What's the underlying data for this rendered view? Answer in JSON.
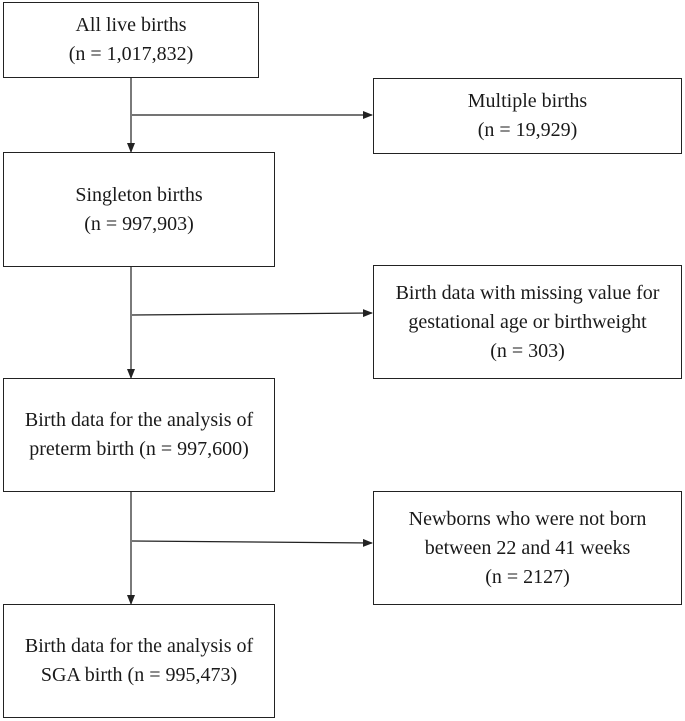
{
  "boxes": {
    "all_live_births": {
      "lines": [
        "All live births",
        "(n = 1,017,832)"
      ]
    },
    "multiple_births": {
      "lines": [
        "Multiple births",
        "(n = 19,929)"
      ]
    },
    "singleton_births": {
      "lines": [
        "Singleton births",
        "(n = 997,903)"
      ]
    },
    "missing_value": {
      "lines": [
        "Birth data with missing value for",
        "gestational age or birthweight",
        "(n = 303)"
      ]
    },
    "preterm_analysis": {
      "lines": [
        "Birth data for the analysis of",
        "preterm birth (n = 997,600)"
      ]
    },
    "not_born_22_41": {
      "lines": [
        "Newborns who were not born",
        "between 22 and 41 weeks",
        "(n = 2127)"
      ]
    },
    "sga_analysis": {
      "lines": [
        "Birth data for the analysis of",
        "SGA birth (n = 995,473)"
      ]
    }
  }
}
